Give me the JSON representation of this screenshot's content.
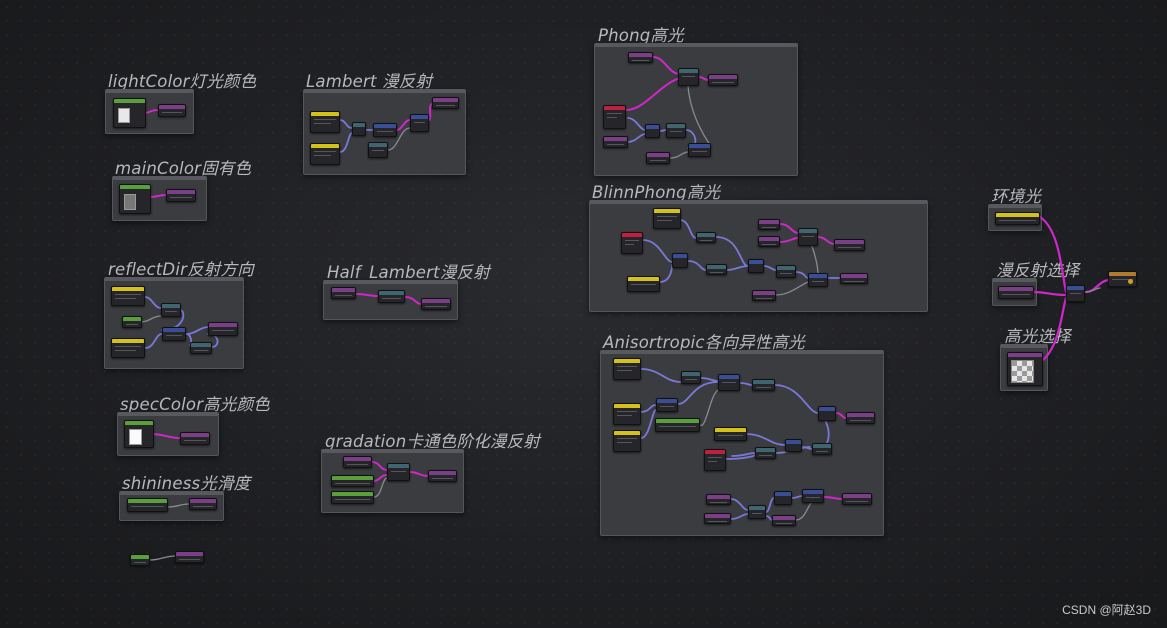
{
  "groups": {
    "lightColor": "lightColor灯光颜色",
    "mainColor": "mainColor固有色",
    "reflectDir": "reflectDir反射方向",
    "specColor": "specColor高光颜色",
    "shininess": "shininess光滑度",
    "lambert": "Lambert 漫反射",
    "halfLambert": "Half_Lambert漫反射",
    "gradation": "gradation卡通色阶化漫反射",
    "phong": "Phong高光",
    "blinnPhong": "BlinnPhong高光",
    "anisotropic": "Anisortropic各向异性高光",
    "ambient": "环境光",
    "diffuseSelect": "漫反射选择",
    "specSelect": "高光选择"
  },
  "watermark": "CSDN @阿赵3D",
  "colors": {
    "canvas": "#1f2023",
    "group_bg": "#3b3c40",
    "wire_magenta": "#d028c8",
    "wire_blue": "#7a78d8",
    "wire_gray": "#8a8a90",
    "header_green": "#5aa03a",
    "header_yellow": "#d4c21a",
    "header_purple": "#7a3f86",
    "header_red": "#c02040",
    "header_teal": "#3f6670",
    "header_blue": "#3a4e96",
    "header_orange": "#b07a30"
  }
}
